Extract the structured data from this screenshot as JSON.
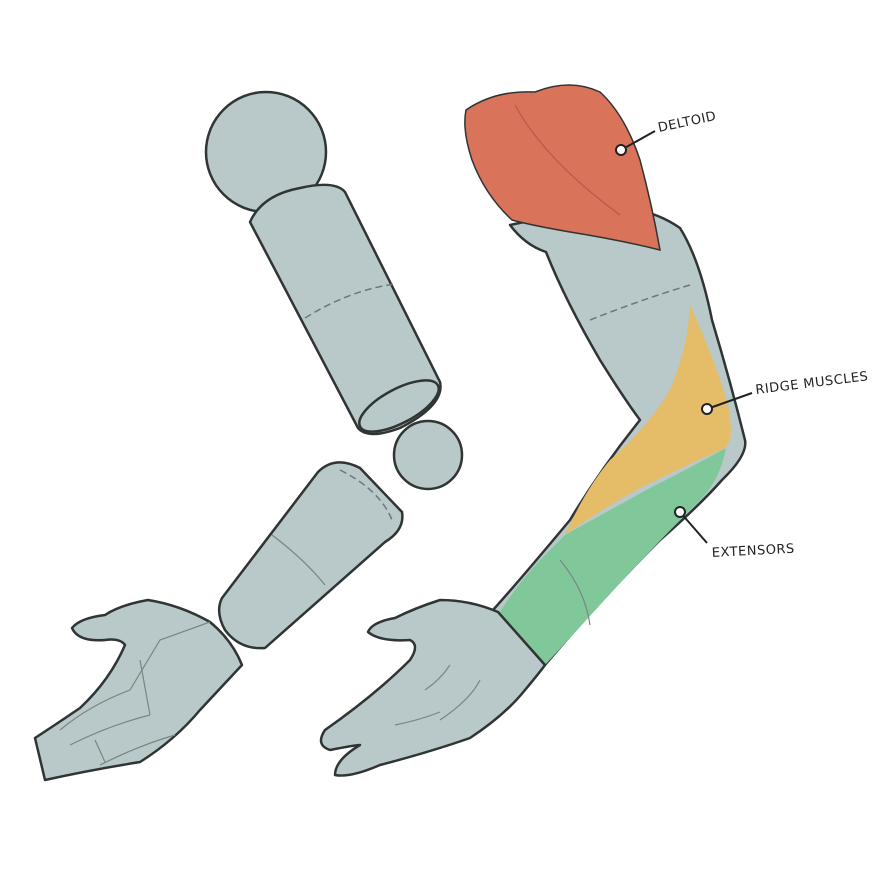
{
  "labels": {
    "deltoid": "DELTOID",
    "ridge_muscles": "RIDGE MUSCLES",
    "extensors": "EXTENSORS"
  },
  "colors": {
    "base": "#b9c8c8",
    "outline": "#2f3434",
    "deltoid": "#d9735a",
    "ridge_muscles": "#e5bd68",
    "extensors": "#80c89a"
  }
}
